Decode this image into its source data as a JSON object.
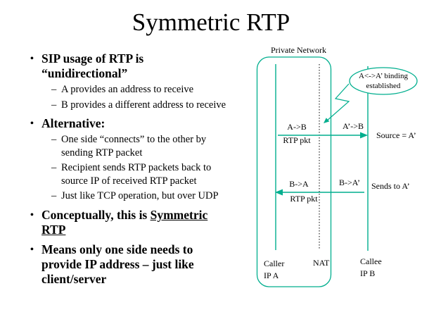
{
  "slide": {
    "title": "Symmetric RTP",
    "l1_marker": "•",
    "l2_marker": "–"
  },
  "bullets": [
    {
      "level": 1,
      "text": "SIP usage of RTP is “unidirectional”"
    },
    {
      "level": 2,
      "text": "A provides an address to receive"
    },
    {
      "level": 2,
      "text": "B provides a different address to receive"
    },
    {
      "level": 1,
      "text": "Alternative:"
    },
    {
      "level": 2,
      "text": "One side “connects” to the other by sending RTP packet"
    },
    {
      "level": 2,
      "text": "Recipient sends RTP packets back to source IP of received RTP packet"
    },
    {
      "level": 2,
      "text": "Just like TCP operation, but over UDP"
    },
    {
      "level": 1,
      "text": "Conceptually, this is ",
      "underlined": "Symmetric RTP"
    },
    {
      "level": 1,
      "text": "Means only one side needs to provide IP address – just like client/server"
    }
  ],
  "diagram": {
    "accent_color": "#00AE8E",
    "private_network_label": "Private Network",
    "binding_note": {
      "line1": "A<->A’ binding",
      "line2": "established"
    },
    "flow_top": {
      "inside_label": "A->B",
      "inside_sub": "RTP pkt",
      "outside_label": "A’->B",
      "note": "Source = A’"
    },
    "flow_bottom": {
      "inside_label": "B->A",
      "inside_sub": "RTP pkt",
      "outside_label": "B->A’",
      "note": "Sends to A’"
    },
    "caller": {
      "line1": "Caller",
      "line2": "IP A"
    },
    "nat_label": "NAT",
    "callee": {
      "line1": "Callee",
      "line2": "IP B"
    }
  }
}
